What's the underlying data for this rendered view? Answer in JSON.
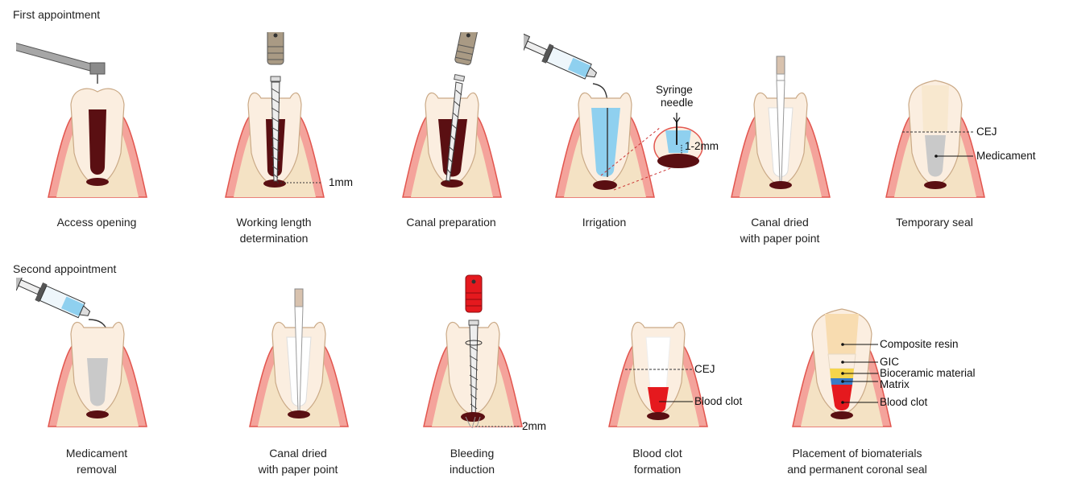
{
  "sections": {
    "first": "First appointment",
    "second": "Second appointment"
  },
  "steps_first": [
    {
      "line1": "Access opening",
      "line2": ""
    },
    {
      "line1": "Working length",
      "line2": "determination"
    },
    {
      "line1": "Canal preparation",
      "line2": ""
    },
    {
      "line1": "Irrigation",
      "line2": ""
    },
    {
      "line1": "Canal dried",
      "line2": "with paper point"
    },
    {
      "line1": "Temporary seal",
      "line2": ""
    }
  ],
  "steps_second": [
    {
      "line1": "Medicament",
      "line2": "removal"
    },
    {
      "line1": "Canal dried",
      "line2": "with paper point"
    },
    {
      "line1": "Bleeding",
      "line2": "induction"
    },
    {
      "line1": "Blood clot",
      "line2": "formation"
    },
    {
      "line1": "Placement of biomaterials",
      "line2": "and  permanent coronal seal"
    }
  ],
  "annotations": {
    "one_mm": "1mm",
    "syringe_needle_1": "Syringe",
    "syringe_needle_2": "needle",
    "one_two_mm": "1-2mm",
    "cej_1": "CEJ",
    "medicament": "Medicament",
    "two_mm": "2mm",
    "cej_2": "CEJ",
    "blood_clot_1": "Blood clot",
    "composite_resin": "Composite resin",
    "gic": "GIC",
    "bioceramic": "Bioceramic material",
    "matrix": "Matrix",
    "blood_clot_2": "Blood clot"
  },
  "colors": {
    "gum": "#f4a39b",
    "gum_edge": "#e2564f",
    "bone": "#f4e2c4",
    "tooth": "#fbeee0",
    "tooth_edge": "#caa986",
    "pulp": "#5a0f12",
    "irrigant": "#8fd0ef",
    "medicament": "#c9c9c9",
    "blood": "#e5191e",
    "composite": "#f8dcb0",
    "bioceramic": "#f6d54b",
    "matrix": "#3a7cc6"
  }
}
